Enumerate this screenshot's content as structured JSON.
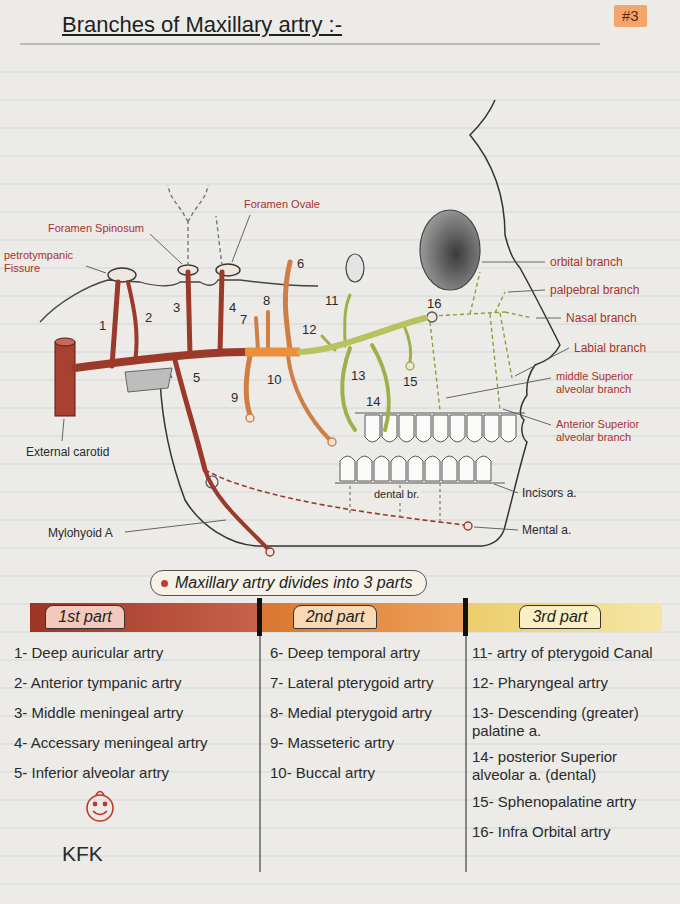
{
  "diagram": {
    "title": "Branches of Maxillary artry :-",
    "nodes": [
      {
        "text": [
          "Maxillary artry divides into 3 parts"
        ]
      },
      {
        "text": [
          "1st part"
        ]
      },
      {
        "text": [
          "2nd part"
        ]
      },
      {
        "text": [
          "3rd part"
        ]
      }
    ],
    "labels": [
      "#3",
      "Foramen Spinosum",
      "petrotympanic Fissure",
      "Foramen Ovale",
      "1",
      "2",
      "3",
      "4",
      "5",
      "6",
      "7",
      "8",
      "9",
      "10",
      "11",
      "12",
      "13",
      "14",
      "15",
      "16",
      "orbital branch",
      "palpebral branch",
      "Nasal branch",
      "Labial branch",
      "middle Superior alveolar branch",
      "Anterior Superior alveolar branch",
      "External carotid",
      "dental br.",
      "Incisors a.",
      "Mental a.",
      "Mylohyoid A",
      "1- Deep auricular artry",
      "2- Anterior tympanic artry",
      "3- Middle meningeal artry",
      "4- Accessary meningeal artry",
      "5- Inferior alveolar artry",
      "6- Deep temporal artry",
      "7- Lateral pterygoid artry",
      "8- Medial pterygoid artry",
      "9- Masseteric artry",
      "10- Buccal artry",
      "11- artry of pterygoid Canal",
      "12- Pharyngeal artry",
      "13- Descending (greater) palatine a.",
      "14- posterior Superior alveolar a. (dental)",
      "15- Sphenopalatine artry",
      "16- Infra Orbital artry",
      "KFK"
    ]
  }
}
